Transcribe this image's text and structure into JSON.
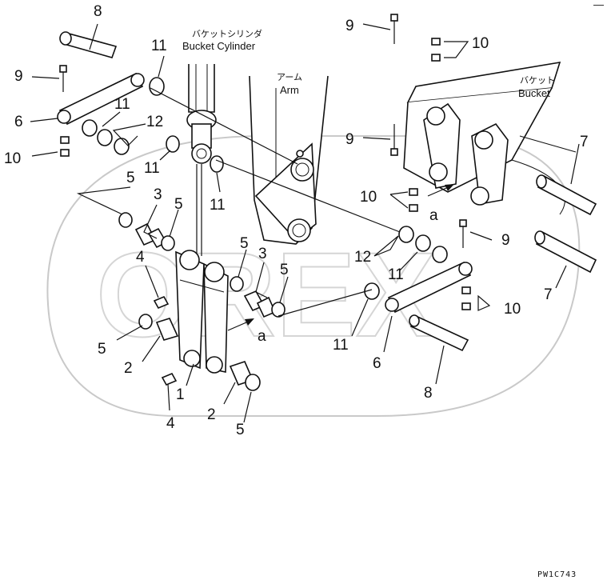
{
  "watermark": {
    "text": "OREX"
  },
  "corner_mark": "—",
  "drawing_code": "PW1C743",
  "components": {
    "bucket_cylinder": {
      "jp": "バケットシリンダ",
      "en": "Bucket Cylinder"
    },
    "arm": {
      "jp": "アーム",
      "en": "Arm"
    },
    "bucket": {
      "jp": "バケット",
      "en": "Bucket"
    }
  },
  "view_marker": "a",
  "part_labels": {
    "p8a": "8",
    "p9a": "9",
    "p11a": "11",
    "p6a": "6",
    "p11b": "11",
    "p12a": "12",
    "p10a": "10",
    "p11c": "11",
    "p11d": "11",
    "p5a": "5",
    "p3a": "3",
    "p5b": "5",
    "p4a": "4",
    "p5c": "5",
    "p2a": "2",
    "p1": "1",
    "p4b": "4",
    "p2b": "2",
    "p5d": "5",
    "p5e": "5",
    "p3b": "3",
    "p5f": "5",
    "p9b": "9",
    "p10b": "10",
    "p9c": "9",
    "p7a": "7",
    "p10c": "10",
    "p9d": "9",
    "p12b": "12",
    "p11e": "11",
    "p7b": "7",
    "p11f": "11",
    "p10d": "10",
    "p6b": "6",
    "p8b": "8"
  }
}
